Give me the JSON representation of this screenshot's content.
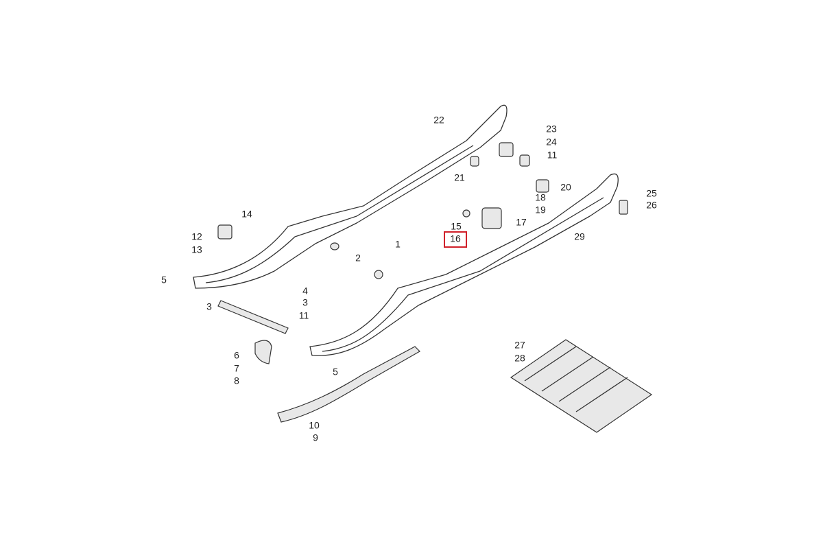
{
  "diagram": {
    "title": "Slide rail assembly exploded view",
    "callouts": [
      "22",
      "23",
      "24",
      "11",
      "21",
      "18",
      "20",
      "19",
      "25",
      "26",
      "14",
      "15",
      "17",
      "16",
      "29",
      "12",
      "13",
      "1",
      "2",
      "5",
      "4",
      "3",
      "3",
      "11",
      "6",
      "7",
      "8",
      "5",
      "27",
      "28",
      "10",
      "9"
    ],
    "highlighted_callout": "16",
    "highlight_color": "#d0202a"
  }
}
